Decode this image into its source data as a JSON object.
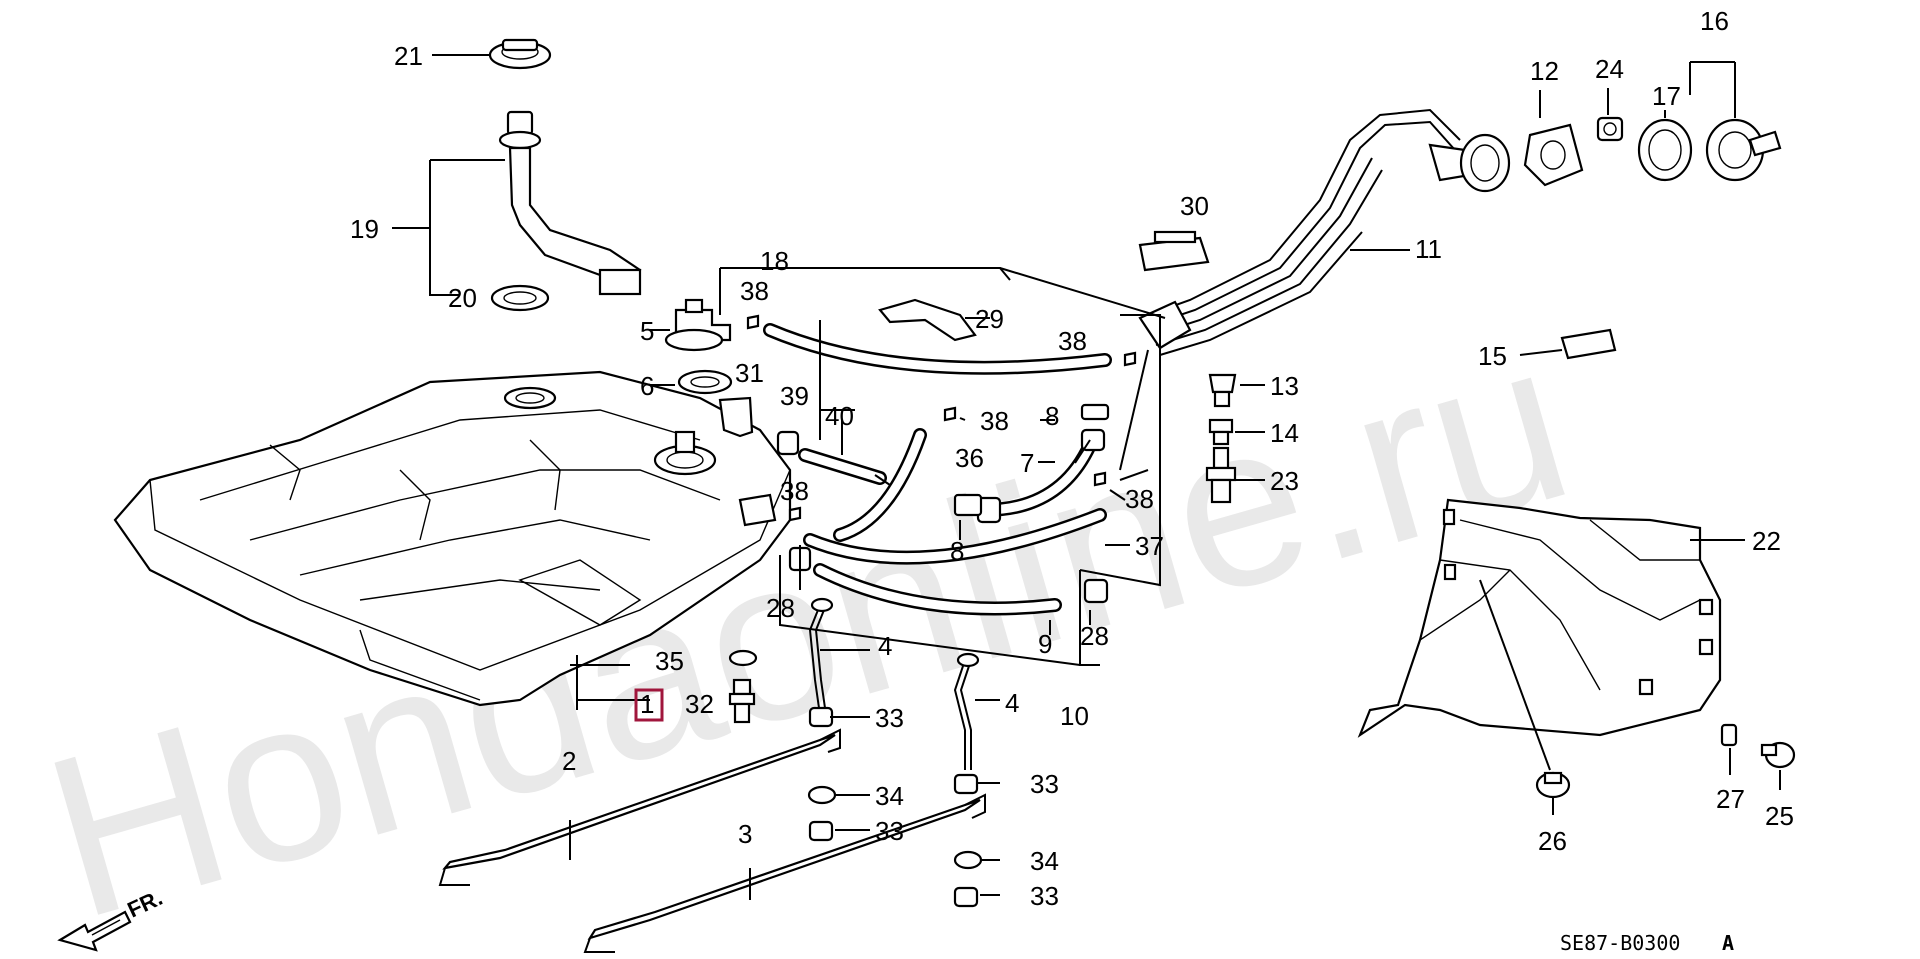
{
  "diagram": {
    "watermark": "Hondaonline.ru",
    "diagram_code": "SE87-B0300",
    "diagram_code_suffix": "A",
    "front_label": "FR.",
    "highlight_color": "#a0163c",
    "highlighted_callout": "1",
    "callouts": {
      "c1": "1",
      "c2": "2",
      "c3": "3",
      "c4a": "4",
      "c4b": "4",
      "c5": "5",
      "c6": "6",
      "c7": "7",
      "c8a": "8",
      "c8b": "8",
      "c9": "9",
      "c10": "10",
      "c11": "11",
      "c12": "12",
      "c13": "13",
      "c14": "14",
      "c15": "15",
      "c16": "16",
      "c17": "17",
      "c18": "18",
      "c19": "19",
      "c20": "20",
      "c21": "21",
      "c22": "22",
      "c23": "23",
      "c24": "24",
      "c25": "25",
      "c26": "26",
      "c27": "27",
      "c28a": "28",
      "c28b": "28",
      "c29": "29",
      "c30": "30",
      "c31": "31",
      "c32": "32",
      "c33a": "33",
      "c33b": "33",
      "c33c": "33",
      "c33d": "33",
      "c34a": "34",
      "c34b": "34",
      "c35": "35",
      "c36": "36",
      "c37": "37",
      "c38a": "38",
      "c38b": "38",
      "c38c": "38",
      "c38d": "38",
      "c38e": "38",
      "c39": "39",
      "c40": "40"
    }
  }
}
